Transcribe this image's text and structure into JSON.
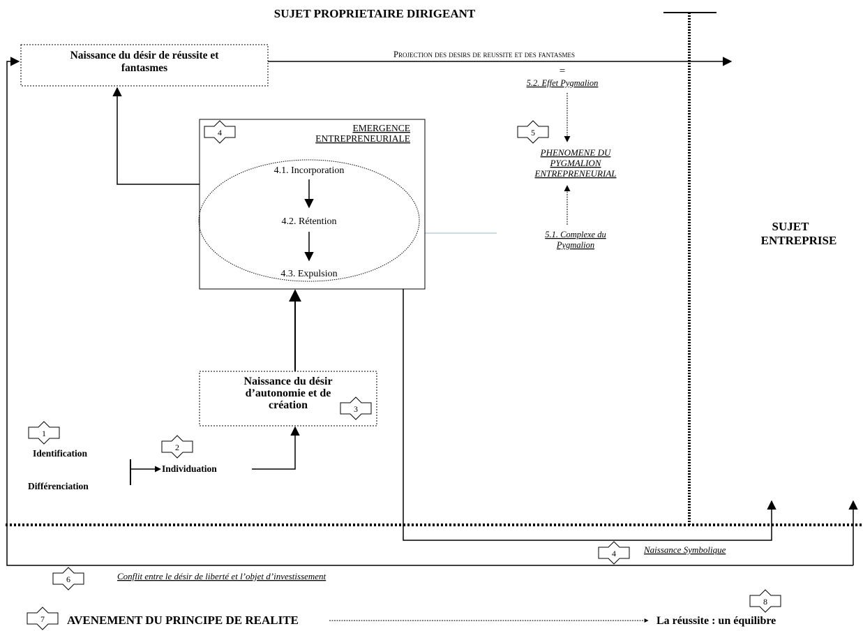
{
  "header": {
    "owner_subject": "SUJET PROPRIETAIRE DIRIGEANT",
    "company_subject_line1": "SUJET",
    "company_subject_line2": "ENTREPRISE"
  },
  "top_box": {
    "line1": "Naissance du désir de réussite et",
    "line2": "fantasmes"
  },
  "projection": {
    "label": "Projection des desirs de reussite et des fantasmes",
    "equals": "=",
    "effect": "5.2. Effet Pygmalion"
  },
  "pygmalion": {
    "badge": "5",
    "line1": "PHENOMENE DU",
    "line2": "PYGMALION",
    "line3": "ENTREPRENEURIAL",
    "complex_line1": "5.1. Complexe du",
    "complex_line2": "Pygmalion"
  },
  "emergence": {
    "badge": "4",
    "title_line1": "EMERGENCE",
    "title_line2": "ENTREPRENEURIALE",
    "step1": "4.1. Incorporation",
    "step2": "4.2. Rétention",
    "step3": "4.3. Expulsion"
  },
  "autonomy_box": {
    "line1": "Naissance du désir",
    "line2": "d’autonomie et de",
    "line3": "création",
    "badge": "3"
  },
  "identity": {
    "badge1": "1",
    "identification": "Identification",
    "differenciation": "Différenciation",
    "badge2": "2",
    "individuation": "Individuation"
  },
  "bottom": {
    "symbolic_badge": "4",
    "symbolic_birth": "Naissance Symbolique",
    "conflict_badge": "6",
    "conflict": "Conflit entre le désir de liberté et l’objet d’investissement",
    "reality_badge": "7",
    "reality": "AVENEMENT DU PRINCIPE DE REALITE",
    "success_badge": "8",
    "success": "La réussite : un équilibre"
  }
}
